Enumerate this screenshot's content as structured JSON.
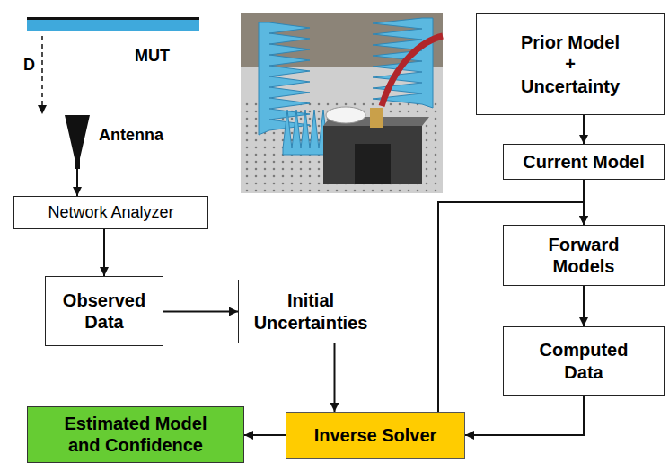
{
  "diagram": {
    "nodes": [
      {
        "text": [
          "MUT"
        ]
      },
      {
        "text": [
          "Antenna"
        ]
      },
      {
        "text": [
          "Network Analyzer"
        ]
      },
      {
        "text": [
          "Observed Data"
        ]
      },
      {
        "text": [
          "Initial Uncertainties"
        ]
      },
      {
        "text": [
          "Prior Model + Uncertainty"
        ]
      },
      {
        "text": [
          "Current Model"
        ]
      },
      {
        "text": [
          "Forward Models"
        ]
      },
      {
        "text": [
          "Computed Data"
        ]
      },
      {
        "text": [
          "Inverse Solver"
        ]
      },
      {
        "text": [
          "Estimated Model and Confidence"
        ]
      }
    ],
    "edges": [
      {
        "from": 1,
        "to": 2,
        "arrow": "to"
      },
      {
        "from": 2,
        "to": 3,
        "arrow": "to"
      },
      {
        "from": 3,
        "to": 4,
        "arrow": "to"
      },
      {
        "from": 4,
        "to": 9,
        "arrow": "to"
      },
      {
        "from": 5,
        "to": 6,
        "arrow": "to"
      },
      {
        "from": 6,
        "to": 7,
        "arrow": "to"
      },
      {
        "from": 7,
        "to": 8,
        "arrow": "to"
      },
      {
        "from": 8,
        "to": 9,
        "arrow": "to"
      },
      {
        "from": 9,
        "to": 7,
        "arrow": "to"
      },
      {
        "from": 9,
        "to": 10,
        "arrow": "to"
      }
    ],
    "labels": [
      "D"
    ]
  }
}
